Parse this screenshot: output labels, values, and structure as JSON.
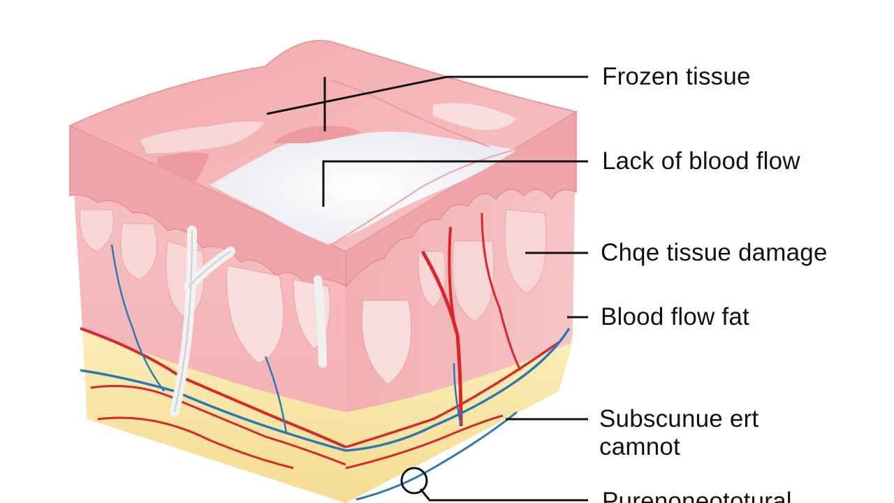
{
  "labels": [
    {
      "id": "frozen",
      "text": "Frozen tissue"
    },
    {
      "id": "lack",
      "text": "Lack of blood flow"
    },
    {
      "id": "damage",
      "text": "Chqe tissue damage"
    },
    {
      "id": "fat",
      "text": "Blood flow fat"
    },
    {
      "id": "subcut1",
      "text": "Subscunue ert"
    },
    {
      "id": "subcut2",
      "text": "camnot"
    },
    {
      "id": "bottom",
      "text": "Purenoneototural"
    }
  ],
  "colors": {
    "skin": "#f4b5b8",
    "skin_dark": "#e9979c",
    "frozen": "#f3f4f8",
    "fat": "#f8e6a6",
    "artery": "#d8262b",
    "vein": "#2a78b5",
    "nerve": "#eeeeee",
    "leader": "#111111"
  }
}
